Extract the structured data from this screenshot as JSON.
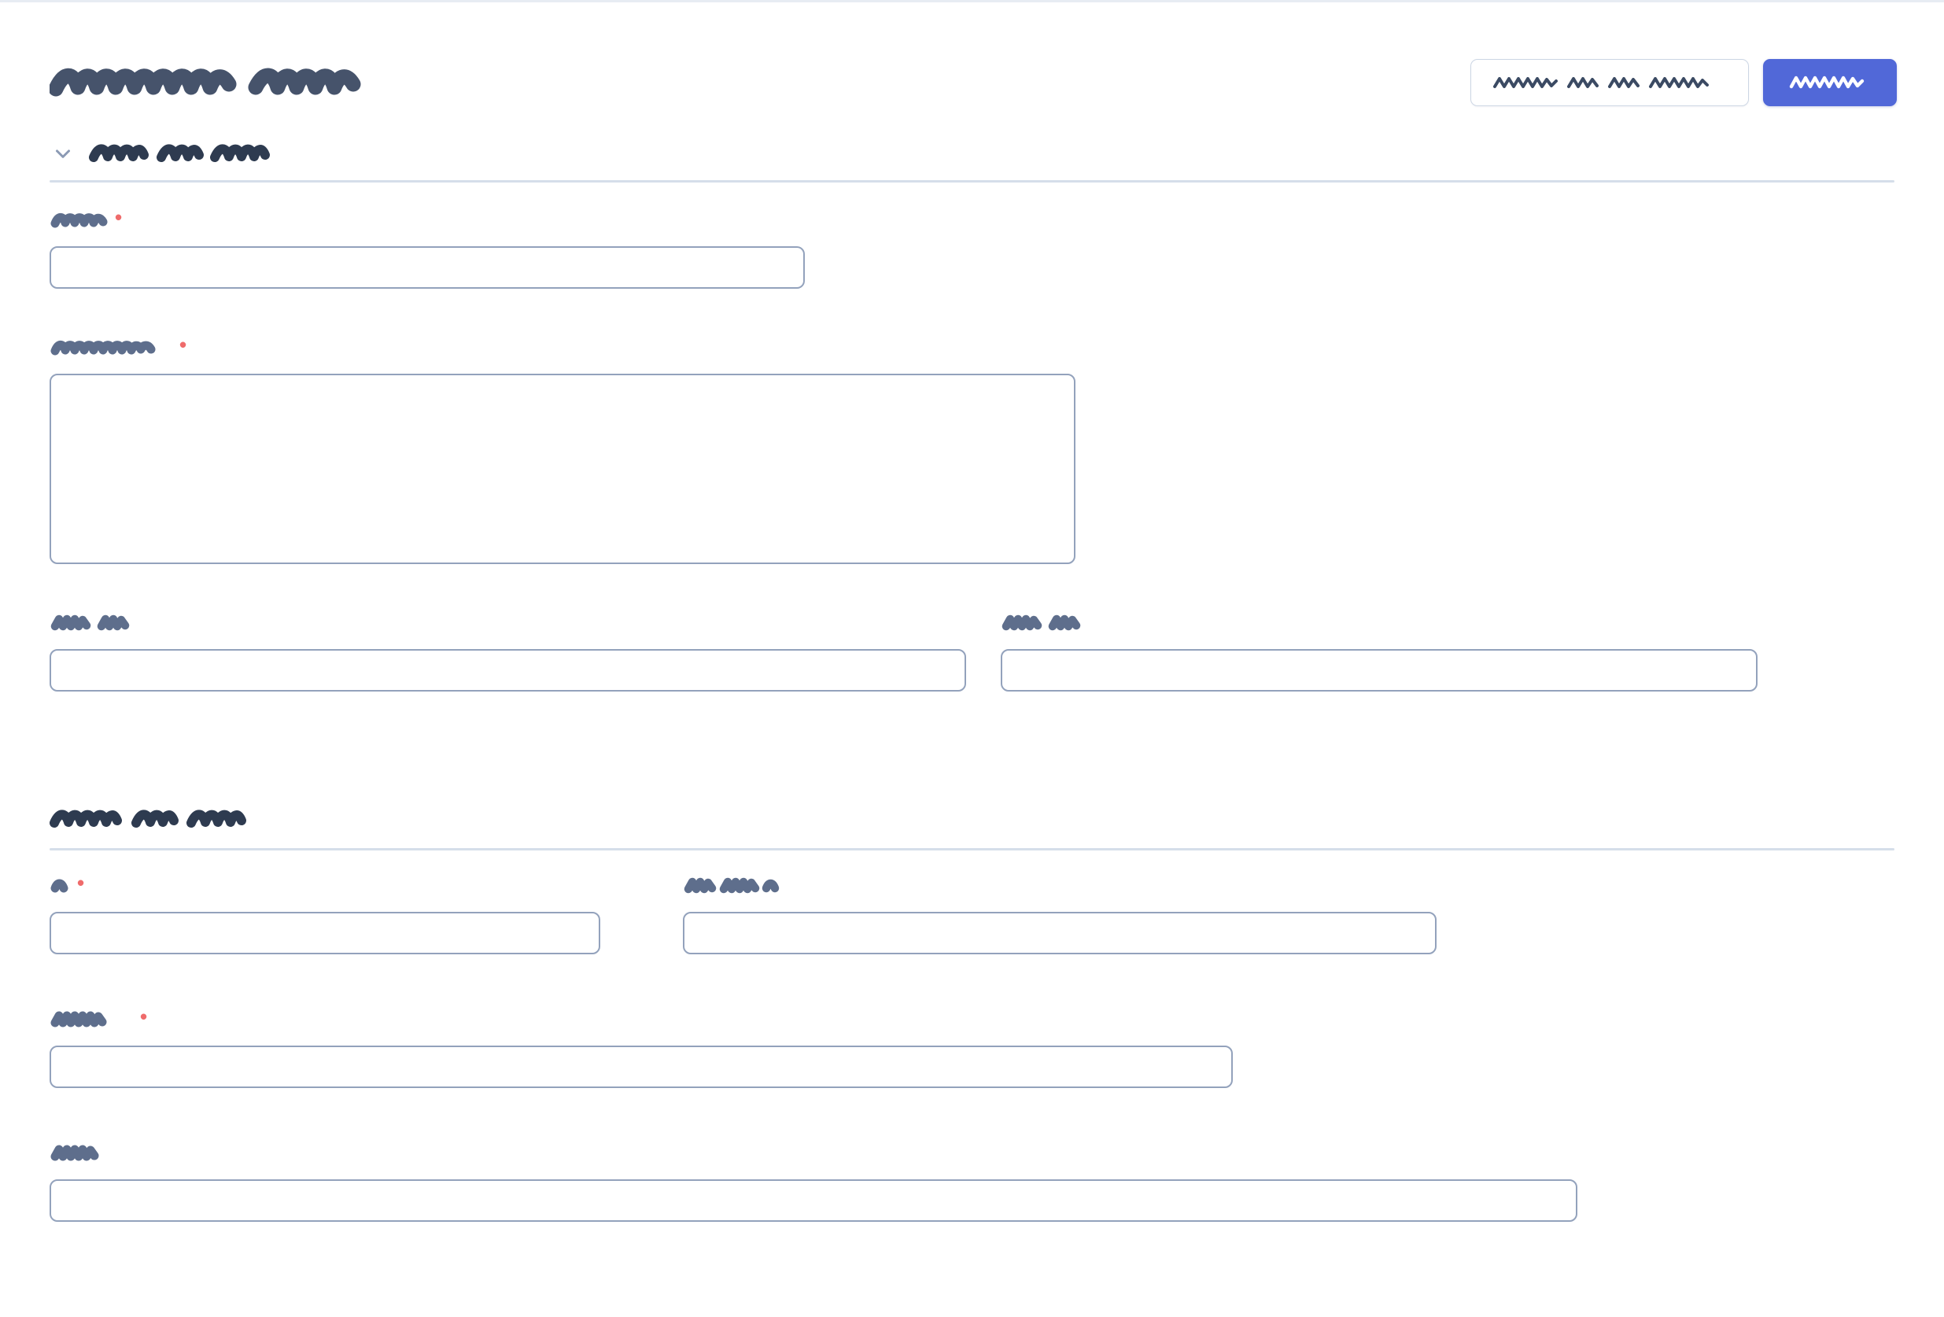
{
  "meta": {
    "redacted": true,
    "note": "All text in this screenshot is visually obfuscated (scribbled out); no literal strings are legible."
  },
  "colors": {
    "primary_button": "#5168d8",
    "field_border": "#93a2bc",
    "divider": "#d5deea",
    "page_title_ink": "#46536b",
    "section_heading_ink": "#2e3b50",
    "label_ink": "#5e6e8c",
    "required_marker": "#ef6b6b",
    "chevron_icon": "#8b9ab4",
    "outline_button_border": "#ccd6e4",
    "page_background": "#ffffff",
    "top_border": "#e7ecf3"
  },
  "header": {
    "title": "░░░░░░░░ ░░░░",
    "title_redacted": true,
    "buttons": [
      {
        "name": "secondary-action",
        "label": "░░░░░░ ░░░ ░░░ ░░░░░",
        "style": "outline",
        "redacted": true
      },
      {
        "name": "primary-action",
        "label": "░░░░░░",
        "style": "primary",
        "redacted": true
      }
    ]
  },
  "sections": [
    {
      "id": "section-1",
      "heading": "░░░░ ░░░ ░░░░░",
      "heading_redacted": true,
      "collapsible": true,
      "expanded": true,
      "chevron": "chevron-down-icon",
      "fields": [
        {
          "id": "field-1",
          "label": "░░░░",
          "required": true,
          "type": "text",
          "value": "",
          "placeholder": ""
        },
        {
          "id": "field-2",
          "label": "░░░░░░░░░░",
          "required": true,
          "type": "textarea",
          "value": "",
          "placeholder": ""
        },
        {
          "id": "field-3",
          "label": "░░░░░ ░░░",
          "required": false,
          "type": "text",
          "value": "",
          "placeholder": ""
        },
        {
          "id": "field-4",
          "label": "░░░░░ ░░░",
          "required": false,
          "type": "text",
          "value": "",
          "placeholder": ""
        }
      ]
    },
    {
      "id": "section-2",
      "heading": "░░░░░░ ░░░ ░░░░░",
      "heading_redacted": true,
      "collapsible": false,
      "expanded": true,
      "fields": [
        {
          "id": "field-5",
          "label": "░░",
          "required": true,
          "type": "text",
          "value": "",
          "placeholder": ""
        },
        {
          "id": "field-6",
          "label": "░░░░ ░░░░░ ░░",
          "required": false,
          "type": "text",
          "value": "",
          "placeholder": ""
        },
        {
          "id": "field-7",
          "label": "░░░░░░░",
          "required": true,
          "type": "text",
          "value": "",
          "placeholder": ""
        },
        {
          "id": "field-8",
          "label": "░░░░░",
          "required": false,
          "type": "text",
          "value": "",
          "placeholder": ""
        }
      ]
    }
  ]
}
